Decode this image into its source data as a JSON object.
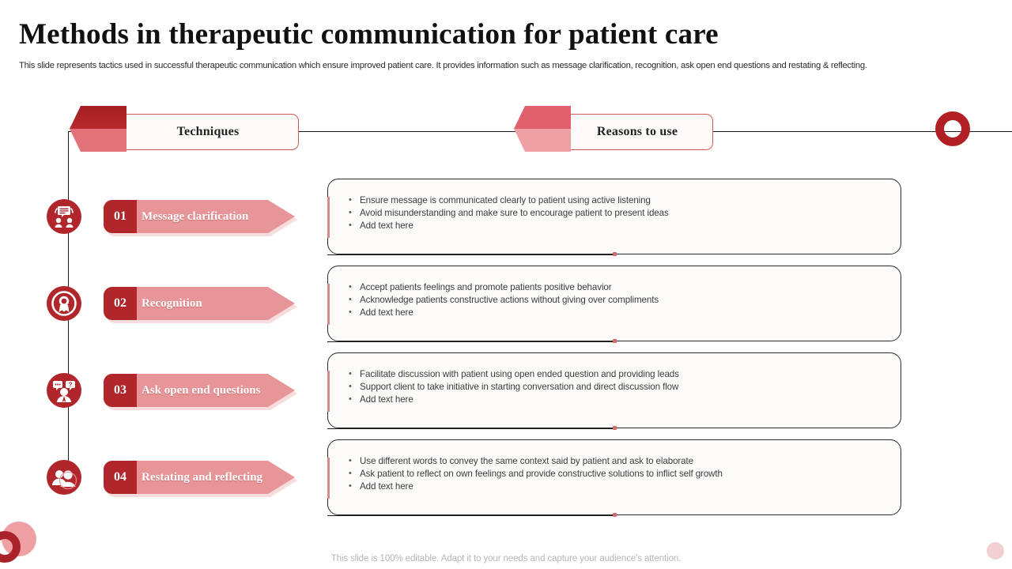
{
  "slide": {
    "title": "Methods in therapeutic communication for patient care",
    "subtitle": "This slide represents tactics used in successful therapeutic communication which ensure improved patient care. It provides information such as message clarification, recognition, ask open end questions and restating & reflecting.",
    "footer": "This slide is 100% editable. Adapt it to your needs and capture your audience's attention."
  },
  "headers": {
    "techniques": "Techniques",
    "reasons": "Reasons to use"
  },
  "colors": {
    "dark_red": "#b0262b",
    "deep_red": "#a31f22",
    "mid_red": "#e0616b",
    "pink": "#e79598",
    "light_pink": "#eea0a4",
    "card_bg": "#fdfafa",
    "text": "#3c3c3c",
    "footer_text": "#b5b5b5"
  },
  "rows": [
    {
      "number": "01",
      "technique": "Message clarification",
      "icon": "message-clarification-icon",
      "reasons": [
        "Ensure message is communicated clearly to patient using active listening",
        "Avoid misunderstanding and make sure to encourage patient to present ideas",
        "Add text here"
      ]
    },
    {
      "number": "02",
      "technique": "Recognition",
      "icon": "award-medal-icon",
      "reasons": [
        "Accept patients feelings and promote patients positive behavior",
        "Acknowledge patients constructive actions without giving over compliments",
        "Add text here"
      ]
    },
    {
      "number": "03",
      "technique": "Ask open end questions",
      "icon": "question-speech-bubble-icon",
      "reasons": [
        "Facilitate discussion with patient using open ended question and providing leads",
        "Support client to take initiative in starting conversation and direct discussion flow",
        "Add text here"
      ]
    },
    {
      "number": "04",
      "technique": "Restating and reflecting",
      "icon": "two-people-icon",
      "reasons": [
        "Use different words to convey the same context said by patient and ask to elaborate",
        "Ask patient to reflect on own feelings and provide constructive solutions to inflict self growth",
        "Add text here"
      ]
    }
  ]
}
